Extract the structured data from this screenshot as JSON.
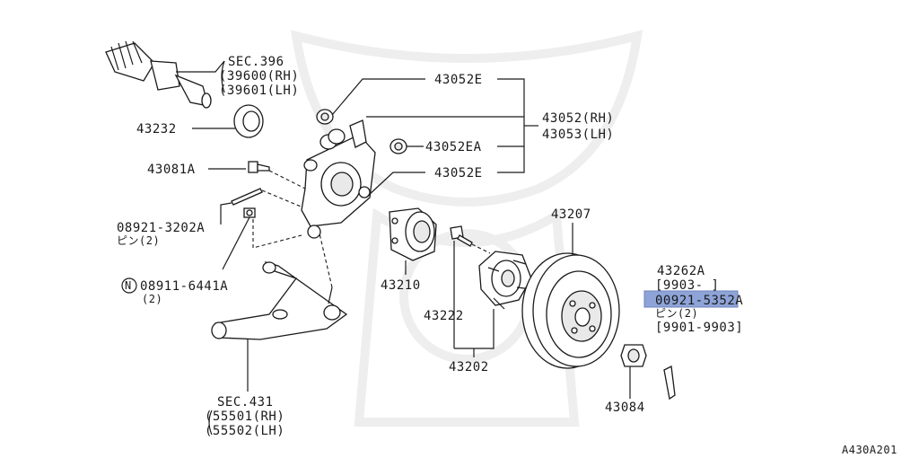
{
  "labels": {
    "sec396_line1": "SEC.396",
    "sec396_line2": "(39600(RH)",
    "sec396_line3": "(39601(LH)",
    "p43232": "43232",
    "p43081a": "43081A",
    "p08921_3202a": "08921-3202A",
    "p08921_pin": "ピン(2)",
    "p08911_6441a": "08911-6441A",
    "p08911_qty": "(2)",
    "p08911_prefix": "N",
    "p43052e_top": "43052E",
    "p43052ea": "43052EA",
    "p43052e_bottom": "43052E",
    "p43052_rh": "43052(RH)",
    "p43053_lh": "43053(LH)",
    "p43210": "43210",
    "p43222": "43222",
    "p43202": "43202",
    "p43207": "43207",
    "p43262a": "43262A",
    "p43262a_range1": "[9903-     ]",
    "p00921_5352a": "00921-5352A",
    "p00921_pin": "ピン(2)",
    "p00921_range2": "[9901-9903]",
    "p43084": "43084",
    "sec431_line1": "SEC.431",
    "sec431_line2": "(55501(RH)",
    "sec431_line3": "(55502(LH)",
    "diagram_code": "A430A201"
  },
  "highlight": {
    "part": "00921-5352A",
    "color": "#8ea4d8"
  }
}
